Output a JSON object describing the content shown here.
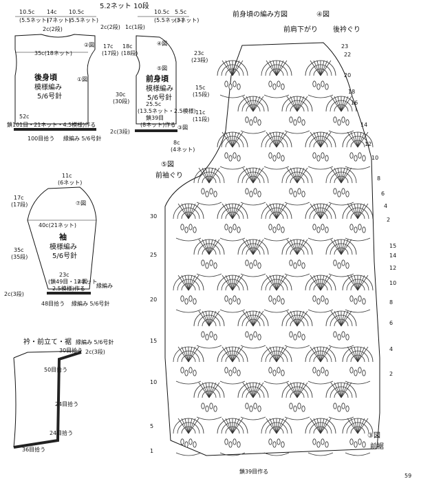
{
  "page_number": "59",
  "top_note": "5.2ネット 10段",
  "back_body": {
    "dims_top": [
      "10.5c",
      "14c",
      "10.5c"
    ],
    "dims_top_sub": [
      "(5.5ネット)",
      "(7ネット)",
      "(5.5ネット)"
    ],
    "neck_drop": "2c(2段)",
    "ref_a": "②図",
    "width": "35c(18ネット)",
    "title": "後身頃",
    "pattern": "模様編み",
    "needle": "5/6号針",
    "ref_b": "①図",
    "hem_width": "52c",
    "hem_note": "鎖101目・21ネット・4.5模様)作る",
    "pickup": "100目拾う",
    "rib_note": "縁編み 5/6号針"
  },
  "front_body": {
    "dims_top": [
      "10.5c",
      "5.5c"
    ],
    "dims_top_sub": [
      "(5.5ネット)",
      "(3ネット)"
    ],
    "shoulder": "2c(2段)",
    "shoulder_b": "1c(1段)",
    "side_a": "17c",
    "side_a_rows": "(17段)",
    "side_b": "18c",
    "side_b_rows": "(18段)",
    "ref_4": "④図",
    "ref_5": "⑤図",
    "title": "前身頃",
    "pattern": "模様編み",
    "needle": "5/6号針",
    "side_len": "30c",
    "side_len_rows": "(30段)",
    "right_a": "23c",
    "right_a_rows": "(23段)",
    "right_b": "15c",
    "right_b_rows": "(15段)",
    "right_c": "11c",
    "right_c_rows": "(11段)",
    "width": "25.5c",
    "width_sub": "(13.5ネット・2.5模様)",
    "chain": "鎖39目",
    "chain_sub": "(8ネット)作る",
    "ref_3": "③図",
    "hem": "2c(3段)",
    "hem_right": "8c",
    "hem_right_sub": "(4ネット)"
  },
  "sleeve": {
    "top": "11c",
    "top_sub": "(6ネット)",
    "cap": "17c",
    "cap_rows": "(17段)",
    "ref_7": "⑦図",
    "width": "40c(21ネット)",
    "title": "袖",
    "pattern": "模様編み",
    "needle": "5/6号針",
    "len": "35c",
    "len_rows": "(35段)",
    "cuff": "23c",
    "cuff_sub": "(鎖49目・12ネット",
    "cuff_sub2": "2.5模様)作る",
    "ref_6": "⑥図",
    "edge_label": "縁編み",
    "hem": "2c(3段)",
    "pickup": "48目拾う",
    "rib_note": "縁編み 5/6号針"
  },
  "collar": {
    "title": "衿・前立て・裾",
    "title_note": "縁編み 5/6号針",
    "top_pick": "30目拾う",
    "top_rows": "2c(3段)",
    "pick_50": "50目拾う",
    "pick_24a": "24目拾う",
    "pick_24b": "24目拾う",
    "pick_36": "36目拾う"
  },
  "chart": {
    "title": "前身頃の編み方図",
    "ref_4": "④図",
    "shoulder_label": "前肩下がり",
    "neck_label": "後衿ぐり",
    "ref_5": "⑤図",
    "armhole_label": "前袖ぐり",
    "ref_3": "③図",
    "hem_label": "前裾",
    "bottom_label": "鎖39目作る",
    "left_rows": [
      "30",
      "25",
      "20",
      "15",
      "10",
      "5",
      "1"
    ],
    "right_rows": [
      "23",
      "22",
      "20",
      "18",
      "16",
      "14",
      "12",
      "10",
      "8",
      "6",
      "4",
      "2",
      "15",
      "14",
      "12",
      "10",
      "8",
      "6",
      "4",
      "2"
    ]
  }
}
